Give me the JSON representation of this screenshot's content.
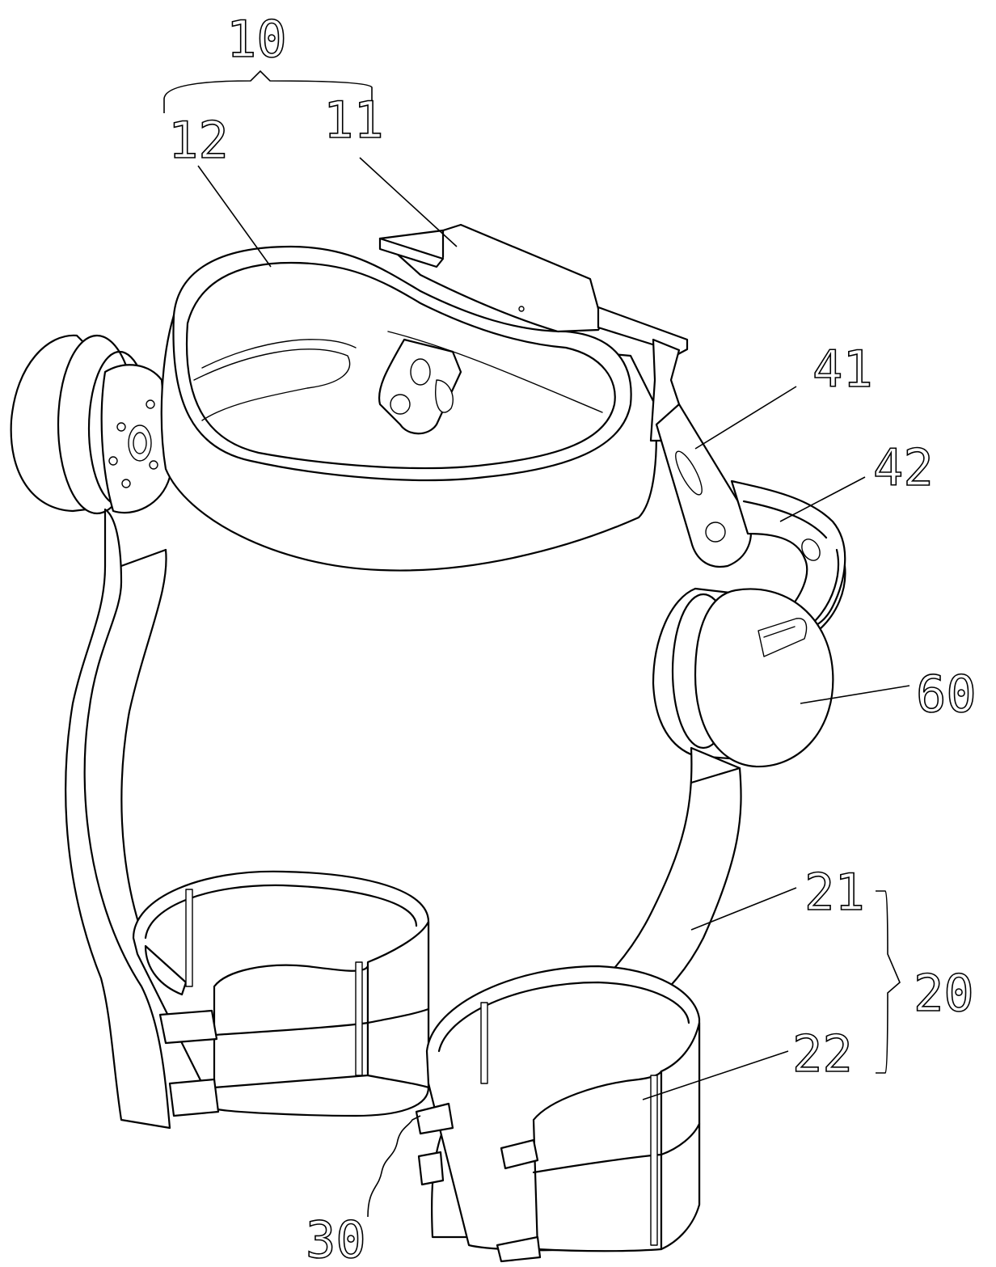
{
  "labels": {
    "l10": "10",
    "l11": "11",
    "l12": "12",
    "l20": "20",
    "l21": "21",
    "l22": "22",
    "l30": "30",
    "l41": "41",
    "l42": "42",
    "l60": "60"
  }
}
